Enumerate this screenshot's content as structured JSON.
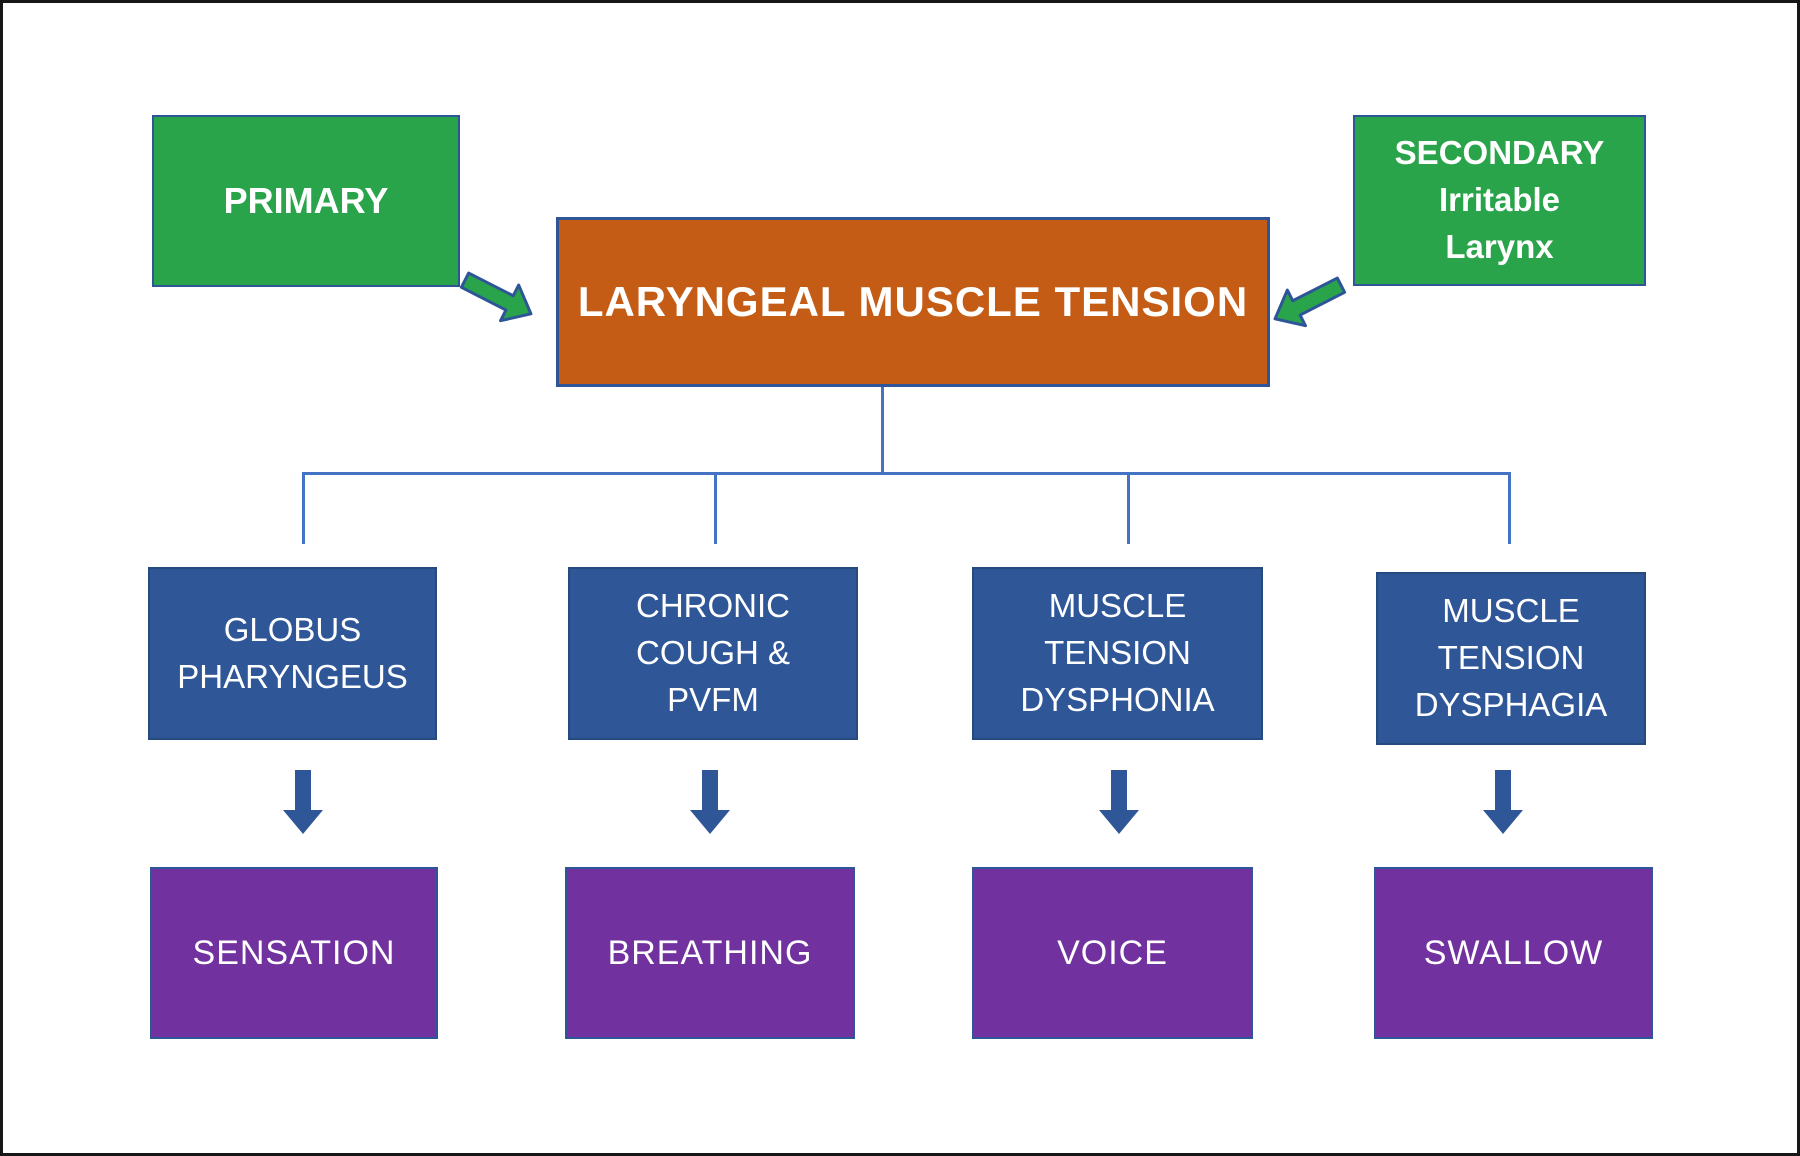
{
  "diagram": {
    "root": {
      "label": "LARYNGEAL MUSCLE TENSION"
    },
    "inputs": [
      {
        "label": "PRIMARY"
      },
      {
        "label": "SECONDARY\nIrritable\nLarynx"
      }
    ],
    "columns": [
      {
        "condition": "GLOBUS\nPHARYNGEUS",
        "outcome": "SENSATION"
      },
      {
        "condition": "CHRONIC\nCOUGH &\nPVFM",
        "outcome": "BREATHING"
      },
      {
        "condition": "MUSCLE\nTENSION\nDYSPHONIA",
        "outcome": "VOICE"
      },
      {
        "condition": "MUSCLE\nTENSION\nDYSPHAGIA",
        "outcome": "SWALLOW"
      }
    ]
  },
  "colors": {
    "green": "#2aa44a",
    "orange": "#c45c15",
    "blue": "#2f5798",
    "purple": "#71319f",
    "connector": "#4472c4",
    "border": "#2e5597",
    "frame": "#161616",
    "text": "#ffffff",
    "background": "#ffffff"
  }
}
